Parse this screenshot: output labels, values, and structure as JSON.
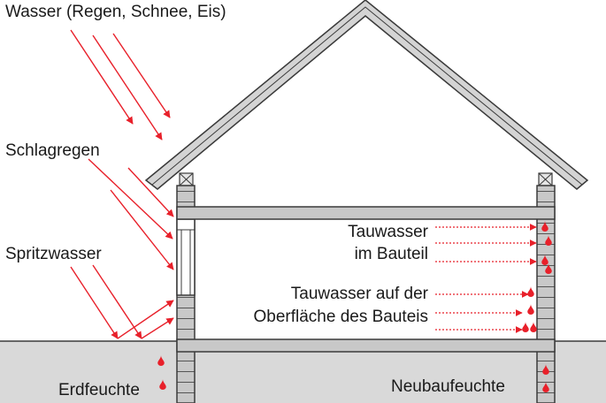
{
  "labels": {
    "rain_snow_ice": "Wasser (Regen, Schnee, Eis)",
    "driving_rain": "Schlagregen",
    "splash_water": "Spritzwasser",
    "ground_moisture": "Erdfeuchte",
    "condensation_in_component_1": "Tauwasser",
    "condensation_in_component_2": "im Bauteil",
    "surface_condensation_1": "Tauwasser auf der",
    "surface_condensation_2": "Oberfläche des Bauteis",
    "construction_moisture": "Neubaufeuchte"
  },
  "colors": {
    "arrow": "#e8202a",
    "ground": "#d9d9d9",
    "wall": "#c8c8c8",
    "roof": "#d4d4d4",
    "outline": "#3a3a3a"
  }
}
